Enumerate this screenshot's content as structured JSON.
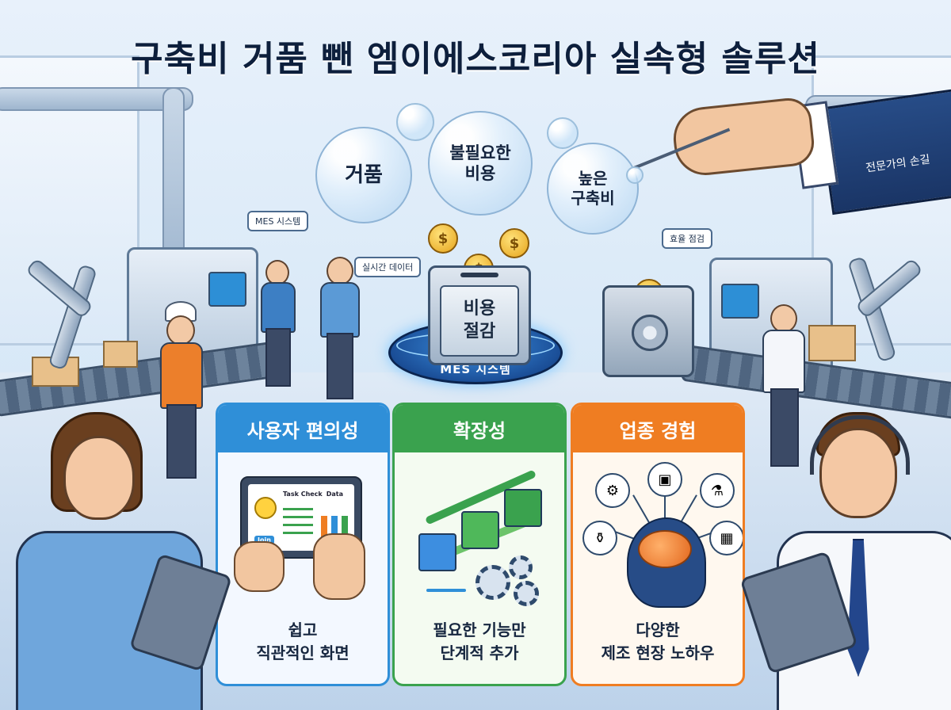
{
  "title": "구축비 거품 뺀 엠이에스코리아 실속형 솔루션",
  "bubbles": {
    "b1": "거품",
    "b2": "불필요한\n비용",
    "b3": "높은\n구축비"
  },
  "center": {
    "safe_text": "비용\n절감",
    "platform_label": "MES 시스템",
    "coin_symbol": "$"
  },
  "tags": {
    "mes": "MES 시스템",
    "realtime": "실시간 데이터",
    "efficiency": "효율 점검"
  },
  "expert_label": "전문가의 손길",
  "cards": [
    {
      "header": "사용자 편의성",
      "caption": "쉽고\n직관적인 화면",
      "tablet": {
        "task": "Task Check",
        "data": "Data",
        "button": "Join"
      }
    },
    {
      "header": "확장성",
      "caption": "필요한 기능만\n단계적 추가"
    },
    {
      "header": "업종 경험",
      "caption": "다양한\n제조 현장 노하우"
    }
  ],
  "colors": {
    "card1": "#2f8fd8",
    "card2": "#3aa24e",
    "card3": "#ef7d22",
    "title": "#0d1f3c"
  },
  "icons": [
    "gear-icon",
    "box-icon",
    "flask-icon",
    "chip-icon",
    "beaker-icon",
    "brain-icon"
  ]
}
